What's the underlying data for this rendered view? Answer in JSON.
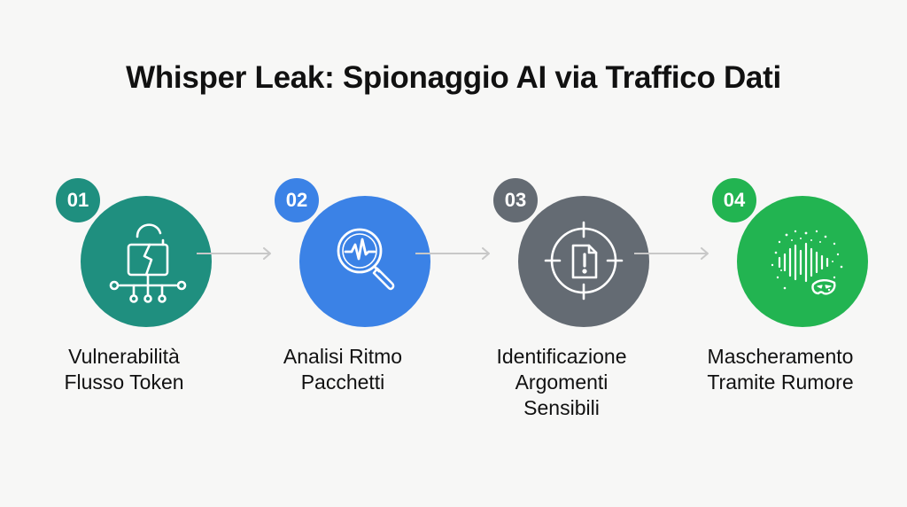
{
  "title": "Whisper Leak: Spionaggio AI via Traffico Dati",
  "colors": {
    "step1": "#1f8f7f",
    "step2": "#3b82e6",
    "step3": "#646b73",
    "step4": "#22b451",
    "arrow": "#c8c8c8"
  },
  "steps": [
    {
      "number": "01",
      "icon": "broken-lock-network-icon",
      "label_lines": [
        "Vulnerabilità",
        "Flusso Token"
      ]
    },
    {
      "number": "02",
      "icon": "magnifier-waveform-icon",
      "label_lines": [
        "Analisi Ritmo",
        "Pacchetti"
      ]
    },
    {
      "number": "03",
      "icon": "target-alert-document-icon",
      "label_lines": [
        "Identificazione",
        "Argomenti",
        "Sensibili"
      ]
    },
    {
      "number": "04",
      "icon": "noise-mask-icon",
      "label_lines": [
        "Mascheramento",
        "Tramite Rumore"
      ]
    }
  ]
}
